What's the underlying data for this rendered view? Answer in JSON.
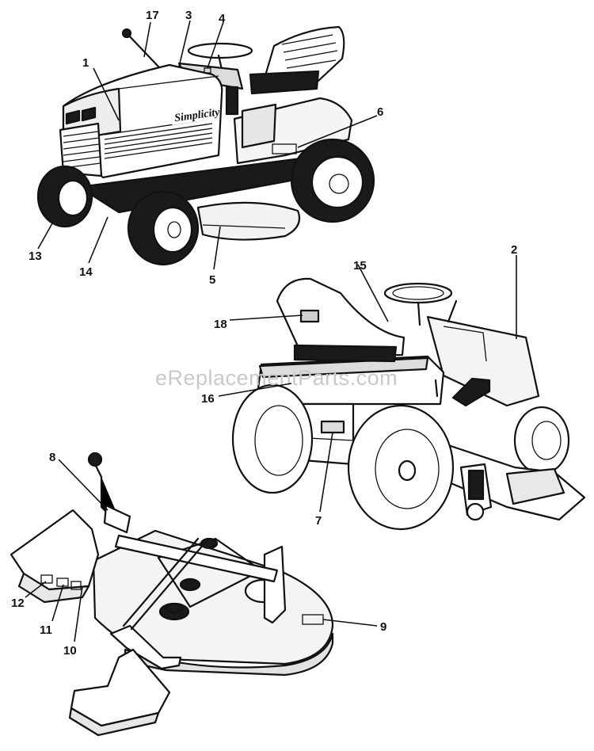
{
  "diagram": {
    "brand_logo_text": "Simplicity",
    "watermark": "eReplacementParts.com",
    "callouts": {
      "c1": "1",
      "c2": "2",
      "c3": "3",
      "c4": "4",
      "c5": "5",
      "c6": "6",
      "c7": "7",
      "c8": "8",
      "c9": "9",
      "c10": "10",
      "c11": "11",
      "c12": "12",
      "c13": "13",
      "c14": "14",
      "c15": "15",
      "c16": "16",
      "c17": "17",
      "c18": "18"
    }
  }
}
